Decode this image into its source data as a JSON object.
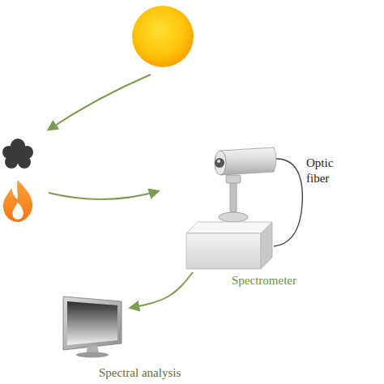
{
  "diagram": {
    "nodes": [
      {
        "text": [
          "Spectrometer"
        ]
      },
      {
        "text": [
          "Spectral analysis"
        ]
      }
    ],
    "edges": [
      {
        "from": 0,
        "to": 1,
        "arrow": "to"
      }
    ],
    "labels": [
      "Optic fiber"
    ]
  }
}
